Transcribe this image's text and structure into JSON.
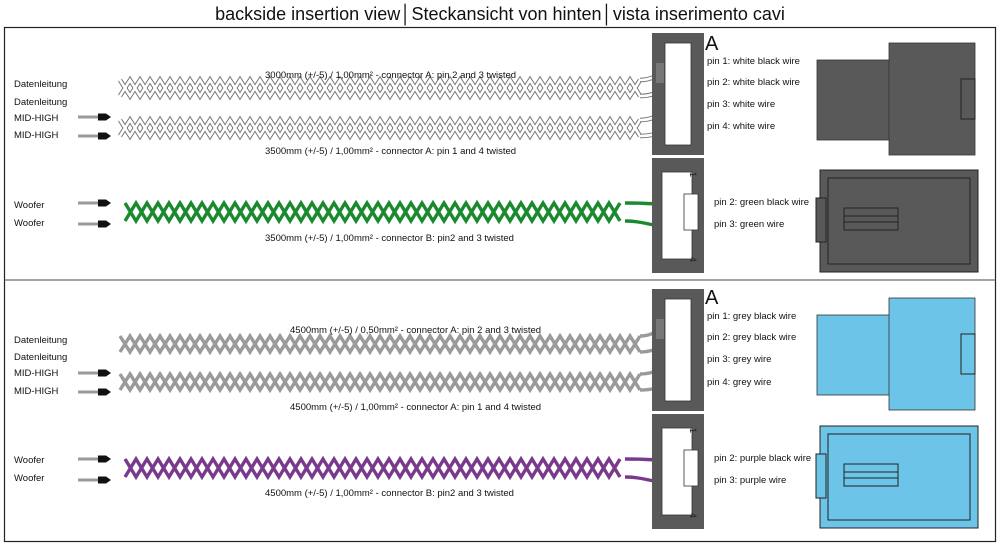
{
  "title": "backside insertion view│Steckansicht von hinten│vista inserimento cavi",
  "colors": {
    "white_wire": "#ffffff",
    "green_wire": "#1a8a2e",
    "grey_wire": "#9a9a9a",
    "purple_wire": "#7a3a8c",
    "connector_dark": "#595959",
    "connector_blue": "#6cc4e8"
  },
  "sections": [
    {
      "id": "upper-mid-high",
      "wire_color": "white",
      "labels": [
        "Datenleitung",
        "Datenleitung",
        "MID-HIGH",
        "MID-HIGH"
      ],
      "caption_top": "3000mm (+/-5) / 1,00mm² - connector A: pin 2 and 3 twisted",
      "caption_bottom": "3500mm (+/-5) / 1,00mm² - connector A: pin 1 and 4 twisted",
      "connector_letter": "A",
      "pins": [
        "pin 1: white black wire",
        "pin 2: white black wire",
        "pin 3: white wire",
        "pin 4: white wire"
      ]
    },
    {
      "id": "upper-woofer",
      "wire_color": "green",
      "labels": [
        "Woofer",
        "Woofer"
      ],
      "caption_bottom": "3500mm (+/-5) / 1,00mm² - connector B: pin2 and 3 twisted",
      "connector_numbers": [
        "1",
        "4"
      ],
      "pins": [
        "pin 2: green black wire",
        "pin 3: green wire"
      ]
    },
    {
      "id": "lower-mid-high",
      "wire_color": "grey",
      "labels": [
        "Datenleitung",
        "Datenleitung",
        "MID-HIGH",
        "MID-HIGH"
      ],
      "caption_top": "4500mm (+/-5) / 0,50mm² - connector A: pin 2 and 3 twisted",
      "caption_bottom": "4500mm (+/-5) / 1,00mm² - connector A: pin 1 and 4 twisted",
      "connector_letter": "A",
      "pins": [
        "pin 1: grey black wire",
        "pin 2: grey black wire",
        "pin 3: grey wire",
        "pin 4: grey wire"
      ]
    },
    {
      "id": "lower-woofer",
      "wire_color": "purple",
      "labels": [
        "Woofer",
        "Woofer"
      ],
      "caption_bottom": "4500mm (+/-5) / 1,00mm² - connector B: pin2 and 3 twisted",
      "connector_numbers": [
        "1",
        "4"
      ],
      "pins": [
        "pin 2: purple black wire",
        "pin 3: purple wire"
      ]
    }
  ]
}
